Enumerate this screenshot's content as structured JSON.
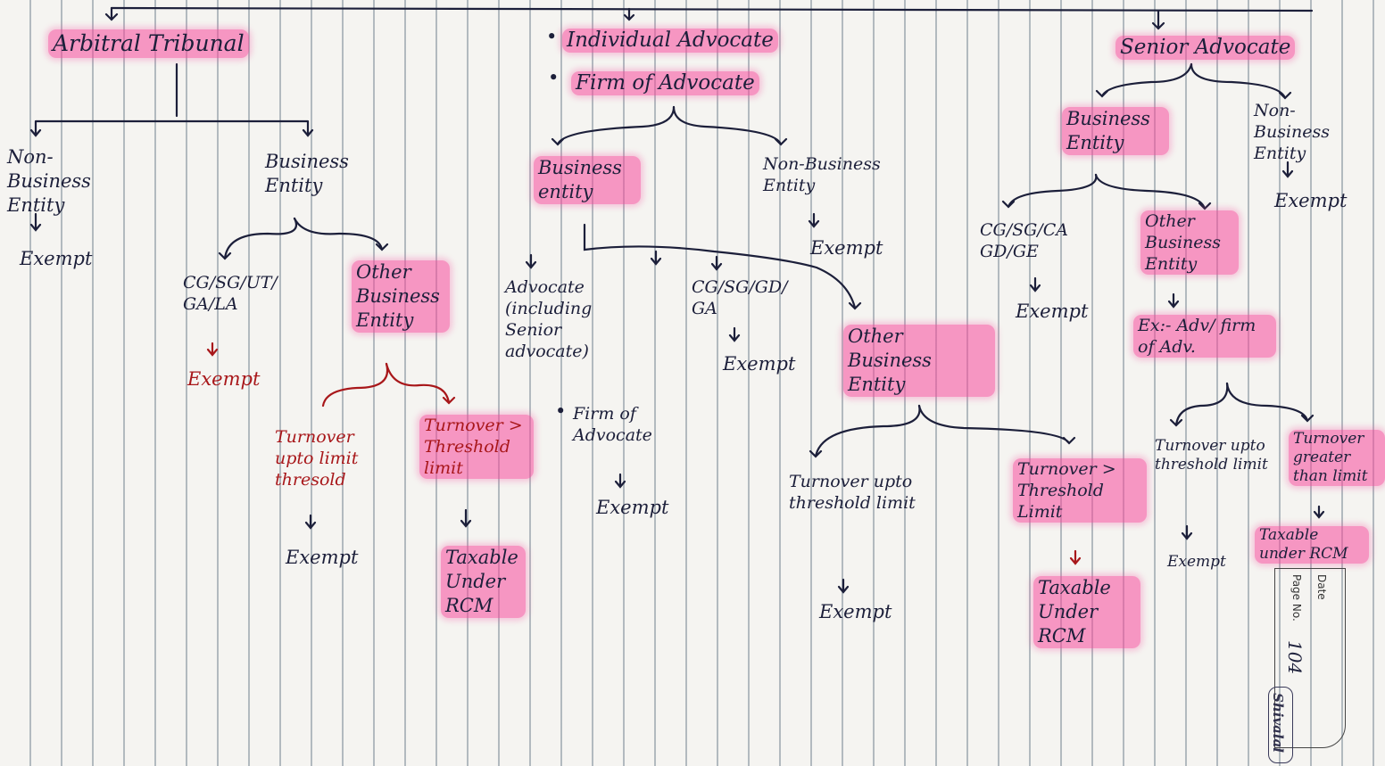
{
  "arbitral": {
    "title": "Arbitral Tribunal",
    "non_business": {
      "label": "Non- Business Entity",
      "result": "Exempt"
    },
    "business": {
      "label": "Business Entity"
    },
    "govt": {
      "label": "CG/SG/UT/ GA/LA",
      "result": "Exempt"
    },
    "other": {
      "label": "Other Business Entity"
    },
    "upto": {
      "label": "Turnover upto limit thresold",
      "result": "Exempt"
    },
    "above": {
      "label": "Turnover > Threshold limit",
      "result": "Taxable Under RCM"
    }
  },
  "individual": {
    "title_1": "Individual Advocate",
    "title_2": "Firm of Advocate",
    "business": {
      "label": "Business entity"
    },
    "non_business": {
      "label": "Non-Business Entity",
      "result": "Exempt"
    },
    "advocate": {
      "label": "Advocate (including Senior advocate)",
      "firm": "Firm of Advocate",
      "result": "Exempt"
    },
    "govt": {
      "label": "CG/SG/GD/ GA",
      "result": "Exempt"
    },
    "other": {
      "label": "Other Business Entity"
    },
    "upto": {
      "label": "Turnover upto threshold limit",
      "result": "Exempt"
    },
    "above": {
      "label": "Turnover > Threshold Limit",
      "result": "Taxable Under RCM"
    }
  },
  "senior": {
    "title": "Senior Advocate",
    "business": {
      "label": "Business Entity"
    },
    "non_business": {
      "label": "Non- Business Entity",
      "result": "Exempt"
    },
    "govt": {
      "label": "CG/SG/CA GD/GE",
      "result": "Exempt"
    },
    "other": {
      "label": "Other Business Entity",
      "example": "Ex:- Adv/ firm of Adv."
    },
    "upto": {
      "label": "Turnover upto threshold limit",
      "result": "Exempt"
    },
    "above": {
      "label": "Turnover greater than limit",
      "result": "Taxable under RCM"
    }
  },
  "footer": {
    "date_label": "Date",
    "page_label": "Page No.",
    "page_number": "104",
    "brand": "Shivalal"
  },
  "colors": {
    "highlight": "#f6489b",
    "ink": "#1c1f3a",
    "red_ink": "#a8171a",
    "paper": "#f5f4f1"
  }
}
